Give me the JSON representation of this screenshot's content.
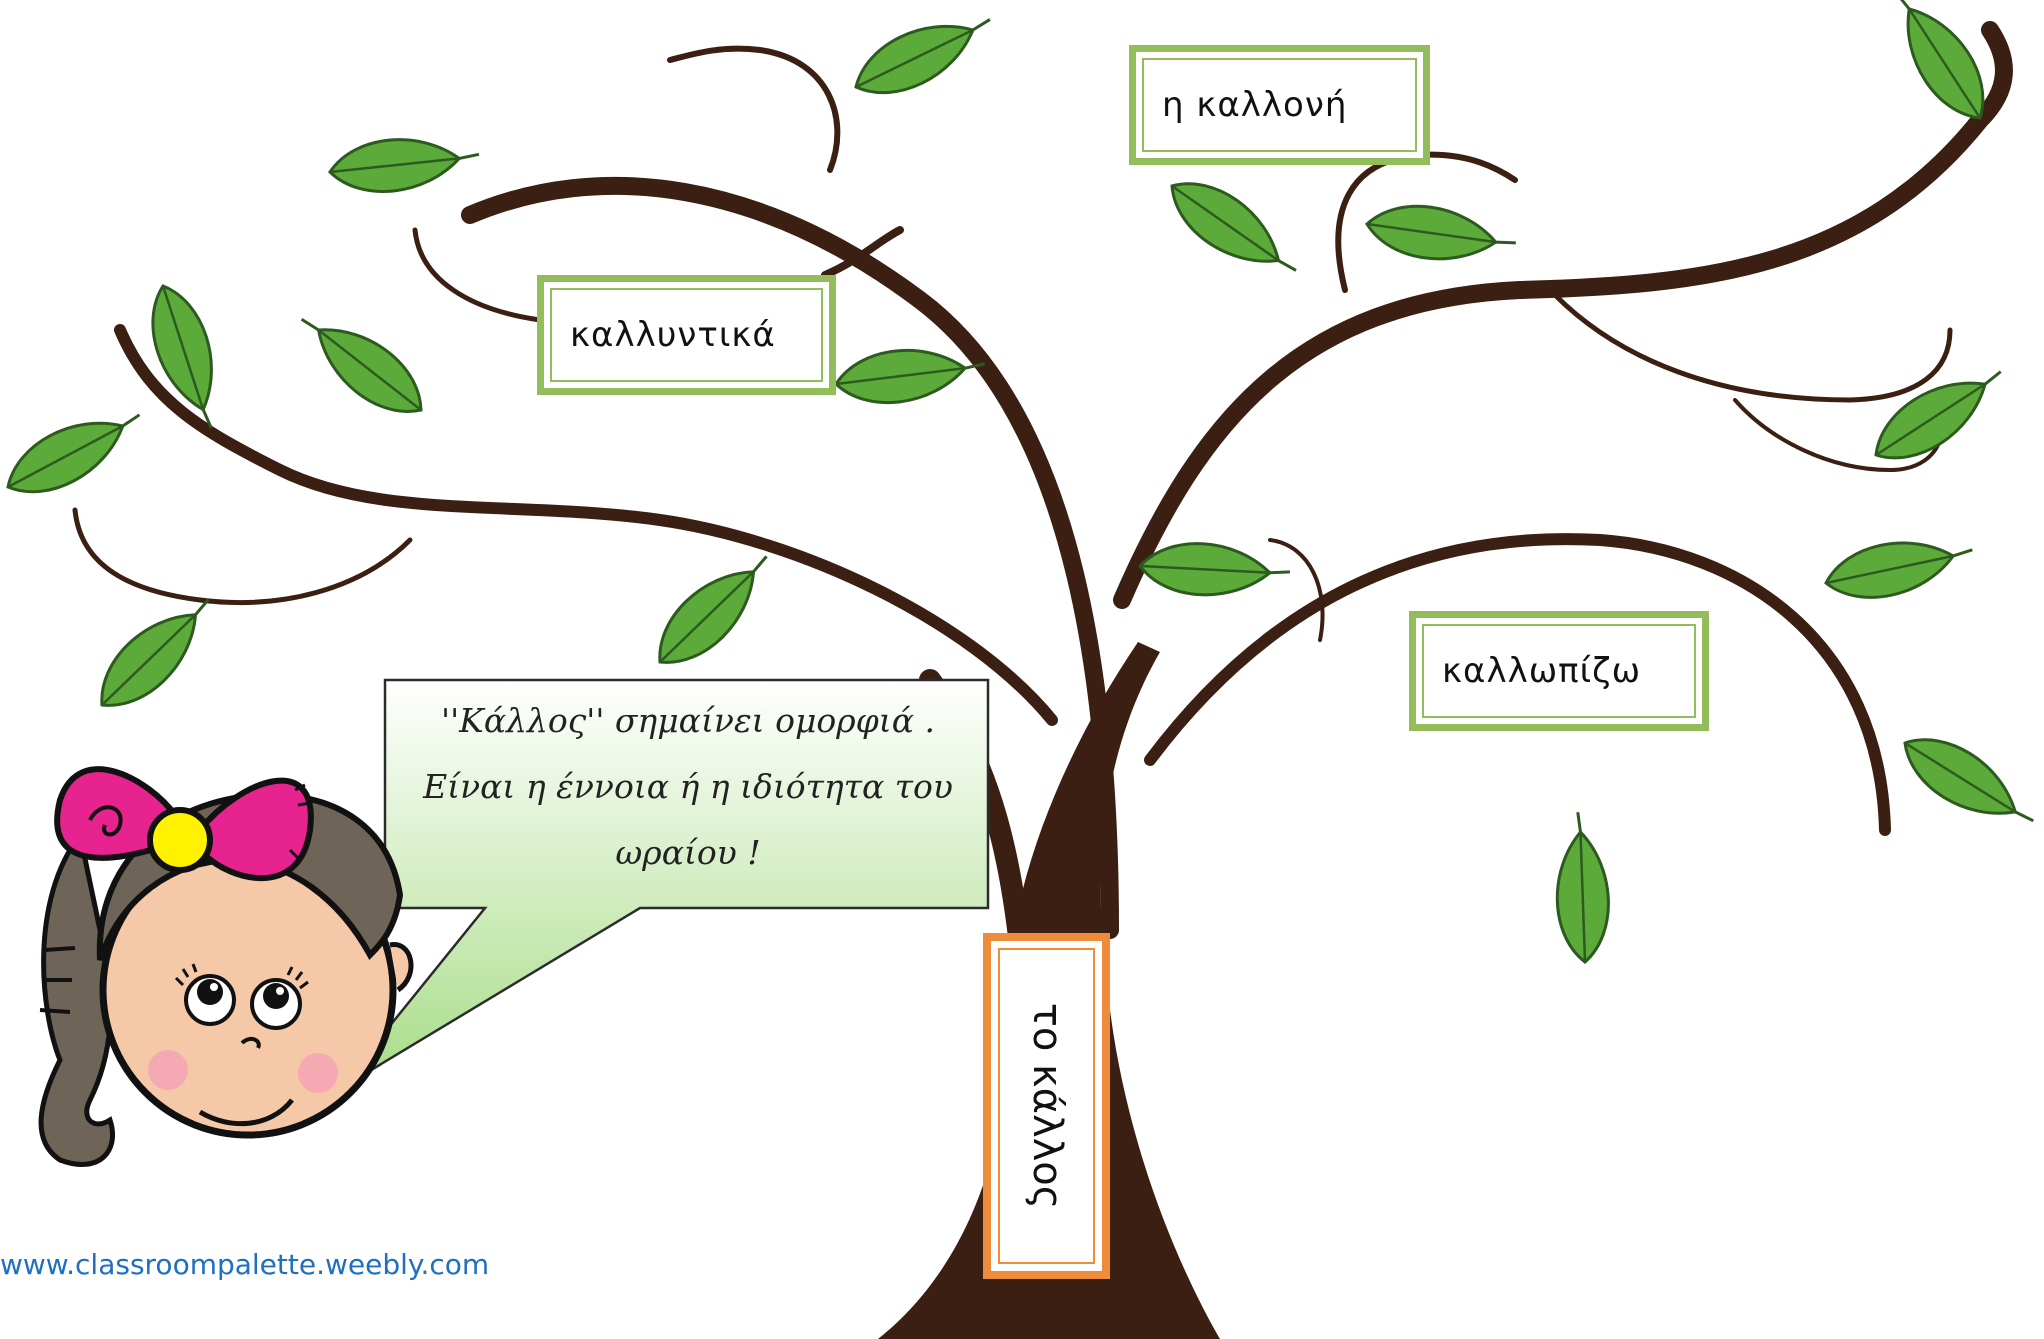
{
  "words": {
    "trunk": "το κάλλος",
    "top": "η καλλονή",
    "left": "καλλυντικά",
    "right": "καλλωπίζω"
  },
  "speech": {
    "lines": [
      "''Κάλλος'' σημαίνει ομορφιά .",
      "Είναι η έννοια ή η ιδιότητα του",
      "ωραίου !"
    ]
  },
  "credit": "www.classroompalette.weebly.com",
  "colors": {
    "branch": "#3b1f12",
    "leaf": "#5cab3a",
    "leaf_edge": "#2d5a1e",
    "word_box_border": "#93bd5b",
    "trunk_box_border": "#ef8c3c",
    "bow": "#e6238f",
    "bow_center": "#fff200",
    "hair": "#6f6458",
    "skin": "#f5c8a8",
    "cheek": "#f4a3b4",
    "bubble_top": "#ffffff",
    "bubble_bottom": "#a7dc86",
    "credit": "#1f6fc2"
  },
  "icons": {
    "tree": "tree-illustration",
    "girl": "girl-character",
    "bow": "bow-icon",
    "leaf": "leaf-icon"
  }
}
